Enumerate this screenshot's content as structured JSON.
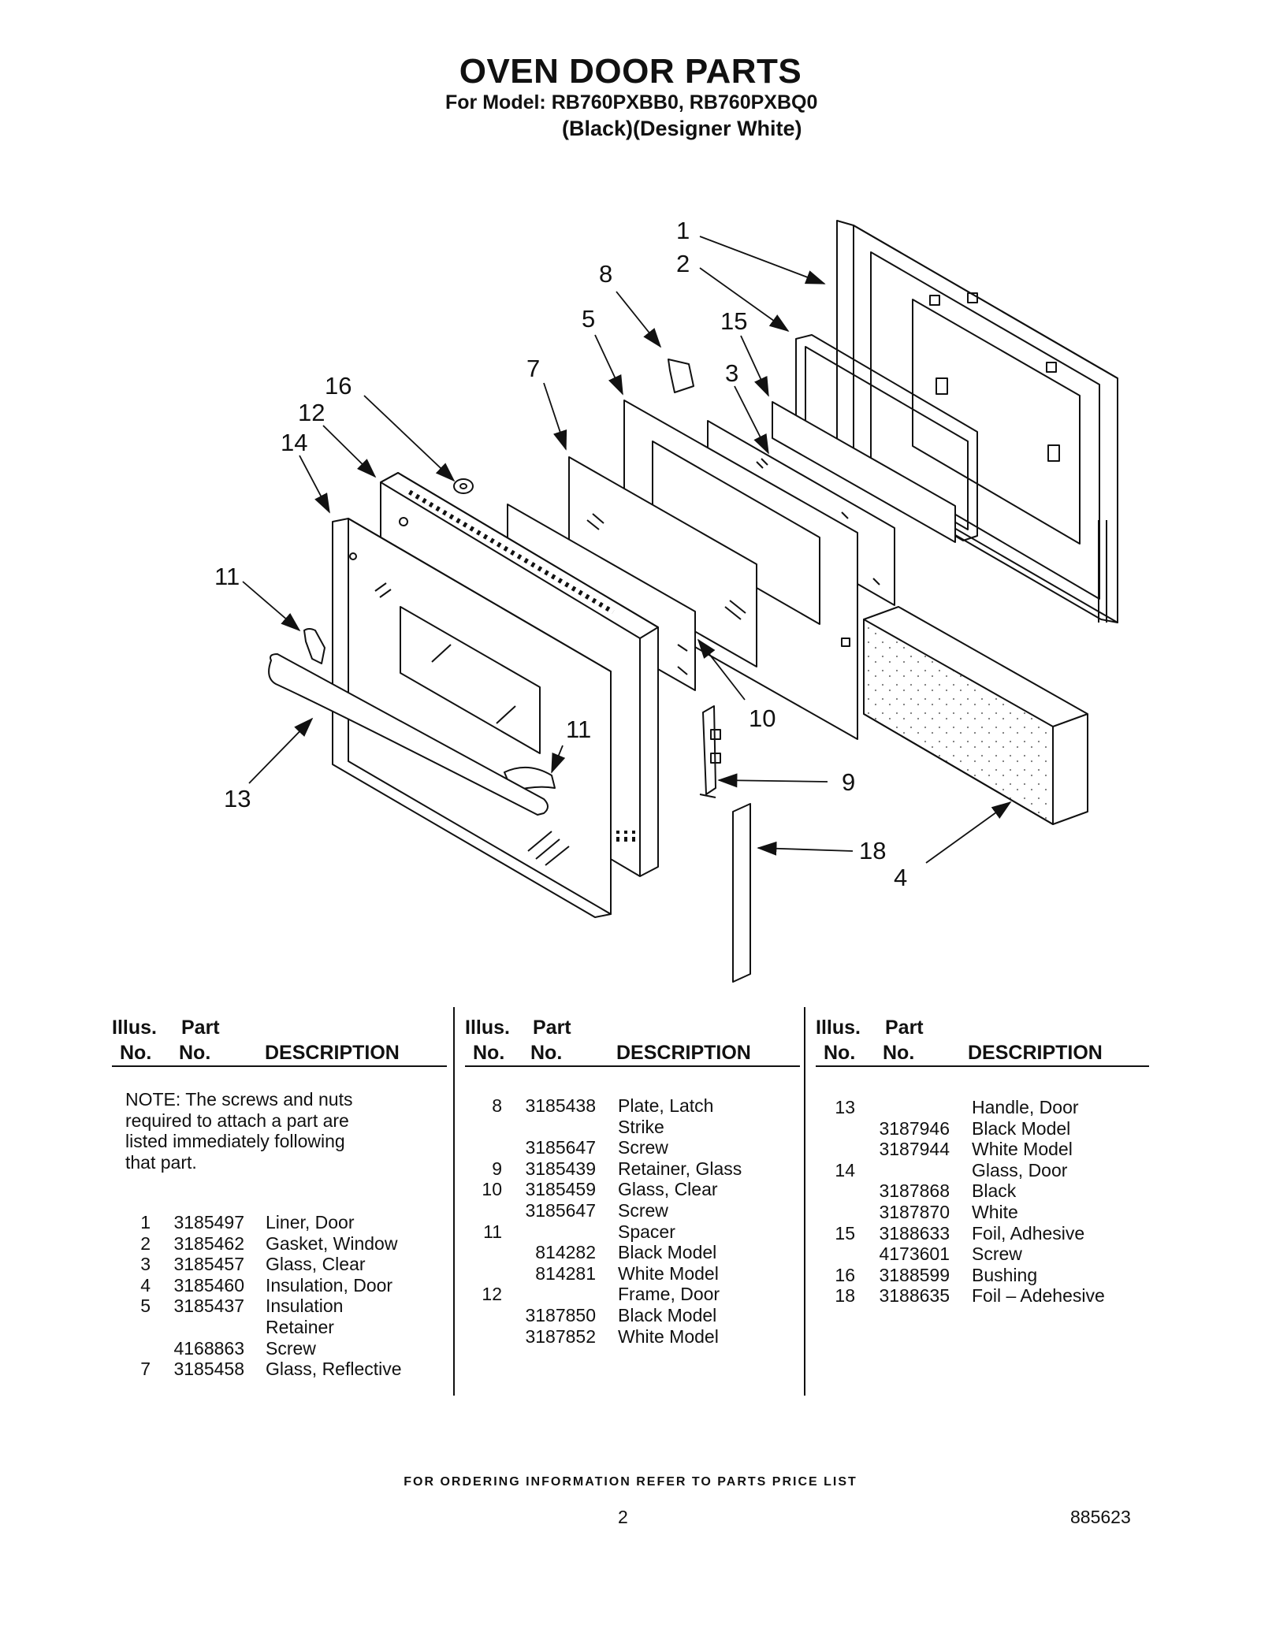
{
  "header": {
    "title": "OVEN DOOR PARTS",
    "model_line": "For Model: RB760PXBB0, RB760PXBQ0",
    "color_line": "(Black)(Designer White)"
  },
  "callouts": [
    "1",
    "2",
    "8",
    "5",
    "15",
    "3",
    "7",
    "16",
    "12",
    "14",
    "11",
    "10",
    "11",
    "9",
    "13",
    "18",
    "4"
  ],
  "columns": {
    "header_illus_line1": "Illus.",
    "header_illus_line2": "No.",
    "header_part_line1": "Part",
    "header_part_line2": "No.",
    "header_description": "DESCRIPTION"
  },
  "note": "NOTE: The screws and nuts required to attach a part are listed immediately following that part.",
  "col1": [
    {
      "illus": "1",
      "part": "3185497",
      "desc": "Liner, Door"
    },
    {
      "illus": "2",
      "part": "3185462",
      "desc": "Gasket, Window"
    },
    {
      "illus": "3",
      "part": "3185457",
      "desc": "Glass, Clear"
    },
    {
      "illus": "4",
      "part": "3185460",
      "desc": "Insulation, Door"
    },
    {
      "illus": "5",
      "part": "3185437",
      "desc": "Insulation"
    },
    {
      "illus": "",
      "part": "",
      "desc": "Retainer"
    },
    {
      "illus": "",
      "part": "4168863",
      "desc": "Screw"
    },
    {
      "illus": "7",
      "part": "3185458",
      "desc": "Glass, Reflective"
    }
  ],
  "col2": [
    {
      "illus": "8",
      "part": "3185438",
      "desc": "Plate, Latch"
    },
    {
      "illus": "",
      "part": "",
      "desc": "Strike"
    },
    {
      "illus": "",
      "part": "3185647",
      "desc": "Screw"
    },
    {
      "illus": "9",
      "part": "3185439",
      "desc": "Retainer, Glass"
    },
    {
      "illus": "10",
      "part": "3185459",
      "desc": "Glass, Clear"
    },
    {
      "illus": "",
      "part": "3185647",
      "desc": "Screw"
    },
    {
      "illus": "11",
      "part": "",
      "desc": "Spacer"
    },
    {
      "illus": "",
      "part": "814282",
      "desc": "Black Model"
    },
    {
      "illus": "",
      "part": "814281",
      "desc": "White Model"
    },
    {
      "illus": "12",
      "part": "",
      "desc": "Frame, Door"
    },
    {
      "illus": "",
      "part": "3187850",
      "desc": "Black Model"
    },
    {
      "illus": "",
      "part": "3187852",
      "desc": "White Model"
    }
  ],
  "col3": [
    {
      "illus": "13",
      "part": "",
      "desc": "Handle, Door"
    },
    {
      "illus": "",
      "part": "3187946",
      "desc": "Black Model"
    },
    {
      "illus": "",
      "part": "3187944",
      "desc": "White Model"
    },
    {
      "illus": "14",
      "part": "",
      "desc": "Glass, Door"
    },
    {
      "illus": "",
      "part": "3187868",
      "desc": "Black"
    },
    {
      "illus": "",
      "part": "3187870",
      "desc": "White"
    },
    {
      "illus": "15",
      "part": "3188633",
      "desc": "Foil, Adhesive"
    },
    {
      "illus": "",
      "part": "4173601",
      "desc": "Screw"
    },
    {
      "illus": "16",
      "part": "3188599",
      "desc": "Bushing"
    },
    {
      "illus": "18",
      "part": "3188635",
      "desc": "Foil – Adehesive"
    }
  ],
  "footer": {
    "ordering": "FOR ORDERING INFORMATION REFER TO PARTS PRICE LIST",
    "page_number": "2",
    "doc_number": "885623"
  }
}
